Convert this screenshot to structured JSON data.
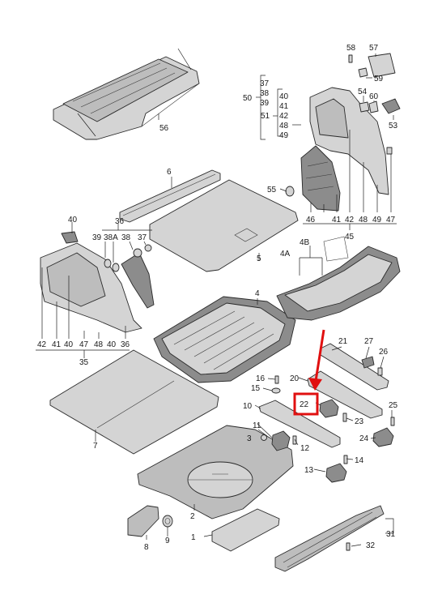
{
  "labels": {
    "p1": "1",
    "p2": "2",
    "p3": "3",
    "p4": "4",
    "p5": "5",
    "p6": "6",
    "p7": "7",
    "p8": "8",
    "p9": "9",
    "p10": "10",
    "p11": "11",
    "p12": "12",
    "p13": "13",
    "p14": "14",
    "p15": "15",
    "p16": "16",
    "p20": "20",
    "p21": "21",
    "p22": "22",
    "p23": "23",
    "p24": "24",
    "p25": "25",
    "p26": "26",
    "p27": "27",
    "p31": "31",
    "p32": "32",
    "p35": "35",
    "p36a": "36",
    "p36b": "36",
    "p37": "37",
    "p37r": "37",
    "p38": "38",
    "p38r": "38",
    "p38a": "38A",
    "p39": "39",
    "p39r": "39",
    "p40a": "40",
    "p40b": "40",
    "p40c": "40",
    "p40r": "40",
    "p41a": "41",
    "p41b": "41",
    "p41r": "41",
    "p42a": "42",
    "p42b": "42",
    "p42r": "42",
    "p45": "45",
    "p46": "46",
    "p47a": "47",
    "p47b": "47",
    "p48a": "48",
    "p48b": "48",
    "p48r": "48",
    "p49": "49",
    "p49r": "49",
    "p4a": "4A",
    "p4b": "4B",
    "p50": "50",
    "p51": "51",
    "p53": "53",
    "p54": "54",
    "p55": "55",
    "p56": "56",
    "p57": "57",
    "p58": "58",
    "p59": "59",
    "p60": "60"
  },
  "highlight": {
    "part": "22",
    "color": "#e01010"
  }
}
